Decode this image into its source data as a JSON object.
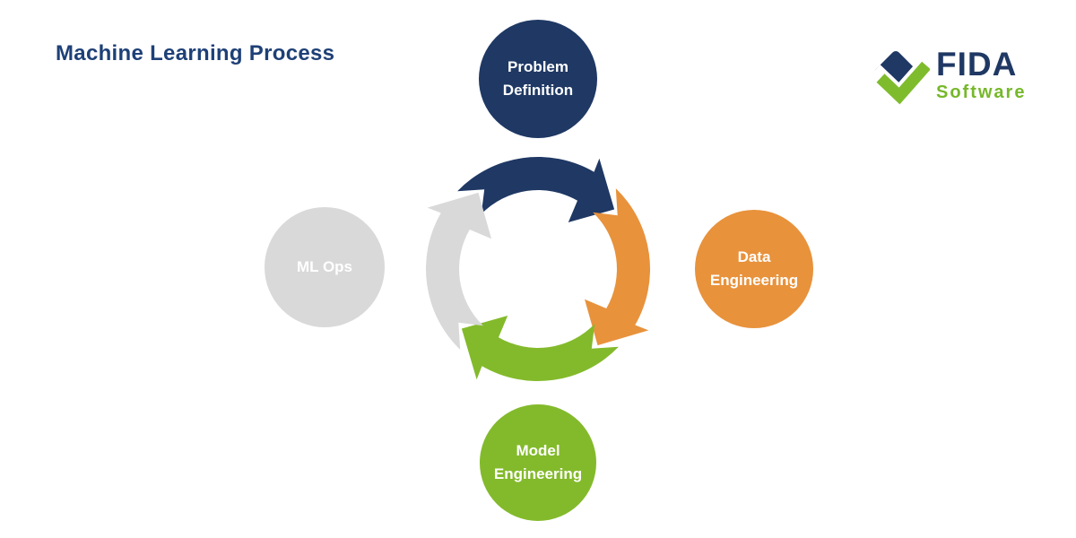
{
  "header": {
    "title": "Machine Learning Process",
    "title_color": "#1E4077"
  },
  "logo": {
    "name": "FIDA",
    "subtitle": "Software",
    "name_color": "#1F3864",
    "subtitle_color": "#76B82A",
    "icon": {
      "diamond_color": "#1F3864",
      "check_color": "#7FBC2D"
    }
  },
  "diagram": {
    "type": "cycle",
    "direction": "clockwise",
    "steps": [
      {
        "id": "problem-definition",
        "line1": "Problem",
        "line2": "Definition",
        "color": "#1F3864",
        "text_color": "#FFFFFF"
      },
      {
        "id": "data-engineering",
        "line1": "Data",
        "line2": "Engineering",
        "color": "#E8923C",
        "text_color": "#FFFFFF"
      },
      {
        "id": "model-engineering",
        "line1": "Model",
        "line2": "Engineering",
        "color": "#83BA2B",
        "text_color": "#FFFFFF"
      },
      {
        "id": "ml-ops",
        "line1": "ML Ops",
        "line2": "",
        "color": "#D9D9D9",
        "text_color": "#FFFFFF"
      }
    ],
    "arrows": [
      {
        "position": "top",
        "color": "#1F3864"
      },
      {
        "position": "right",
        "color": "#E8923C"
      },
      {
        "position": "bottom",
        "color": "#83BA2B"
      },
      {
        "position": "left",
        "color": "#D9D9D9"
      }
    ]
  }
}
